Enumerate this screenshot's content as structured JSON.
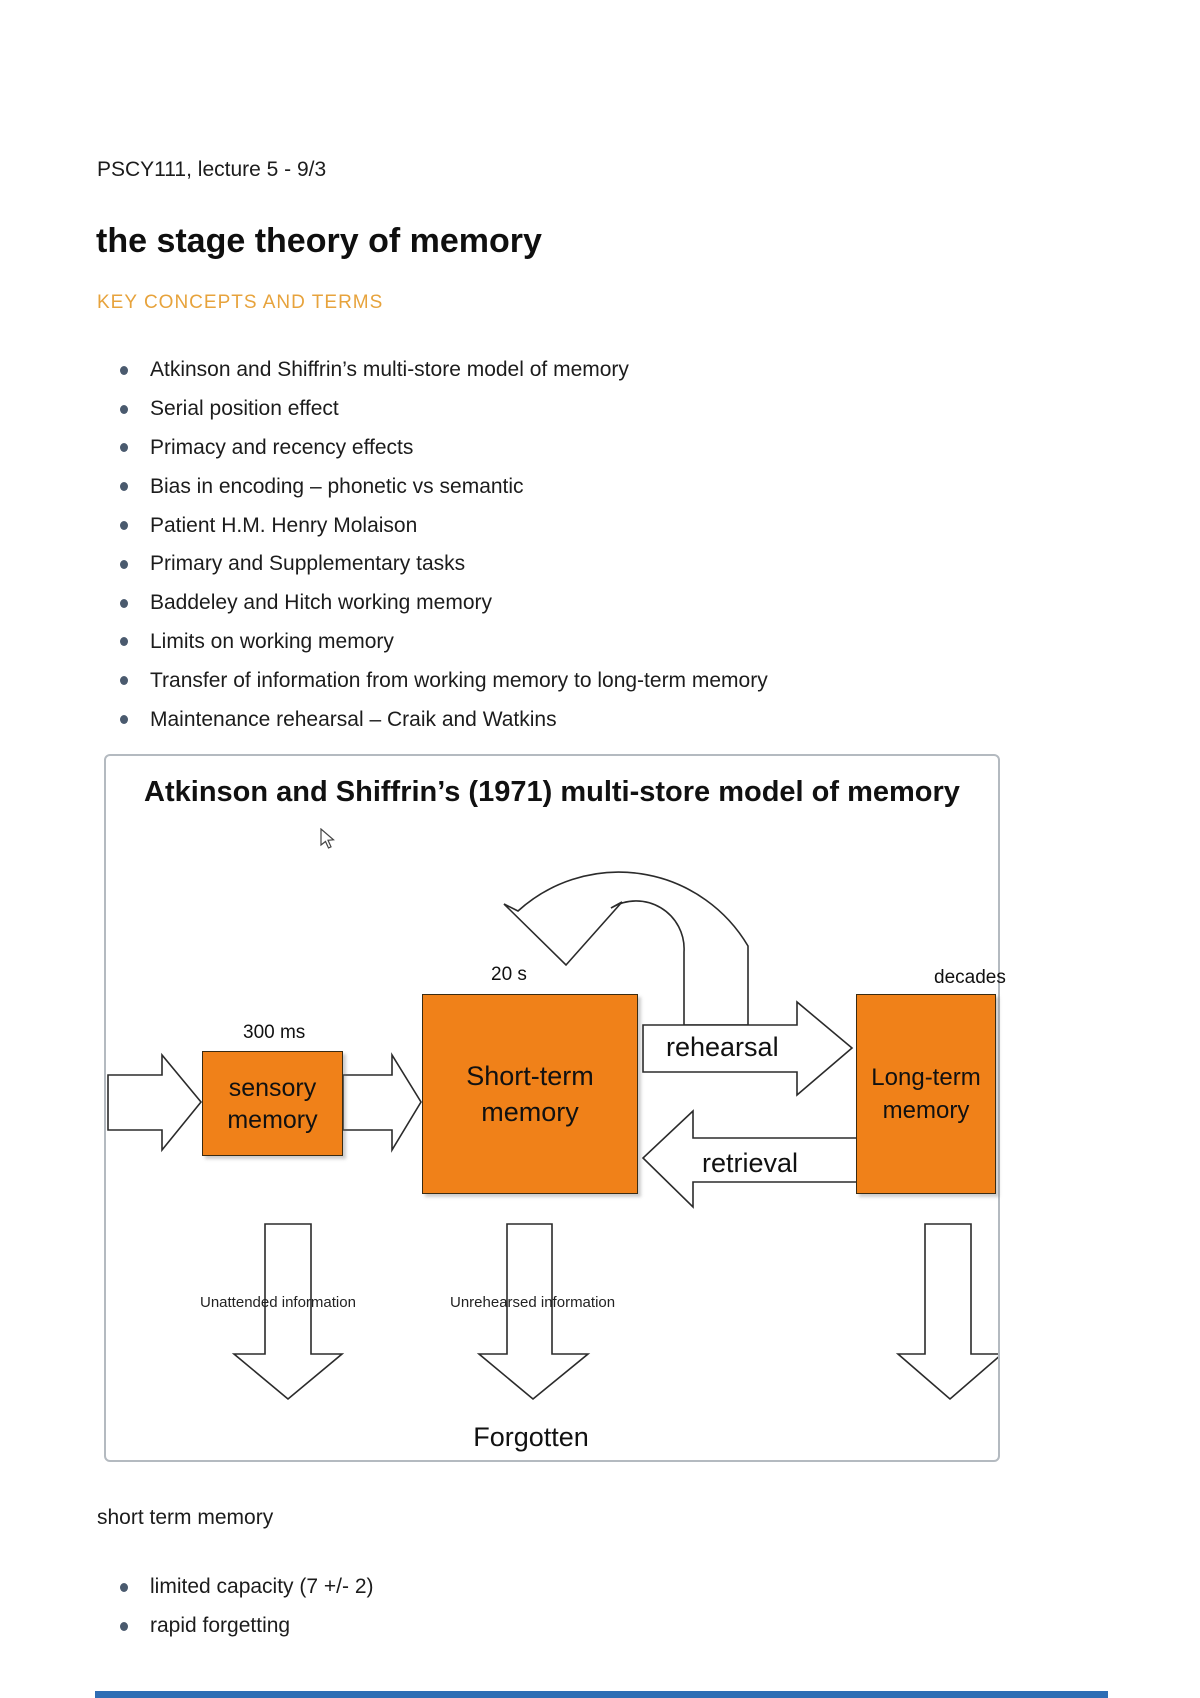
{
  "page": {
    "course_header": "PSCY111, lecture 5 - 9/3",
    "title": "the stage theory of memory",
    "key_concepts_heading": "KEY CONCEPTS AND TERMS",
    "key_concepts": [
      "Atkinson and Shiffrin’s multi-store model of memory",
      "Serial position effect",
      "Primacy and recency effects",
      "Bias in encoding – phonetic vs semantic",
      "Patient H.M. Henry Molaison",
      "Primary and Supplementary tasks",
      "Baddeley and Hitch working memory",
      "Limits on working memory",
      "Transfer of information from working memory to long-term memory",
      "Maintenance rehearsal – Craik and Watkins"
    ],
    "short_term_memory": {
      "heading": "short term memory",
      "bullets": [
        "limited capacity (7 +/- 2)",
        "rapid forgetting"
      ]
    }
  },
  "diagram": {
    "title": "Atkinson and Shiffrin’s (1971) multi-store model of memory",
    "sensory": {
      "label": "sensory memory",
      "duration": "300 ms"
    },
    "short_term": {
      "label": "Short-term memory",
      "duration": "20 s"
    },
    "long_term": {
      "label": "Long-term memory",
      "duration": "decades"
    },
    "rehearsal_label": "rehearsal",
    "retrieval_label": "retrieval",
    "unattended_label": "Unattended information",
    "unrehearsed_label": "Unrehearsed information",
    "forgotten_label": "Forgotten",
    "colors": {
      "box_fill": "#f08119",
      "heading_orange": "#e7a33c",
      "bottom_bar_blue": "#2e6db4"
    }
  }
}
